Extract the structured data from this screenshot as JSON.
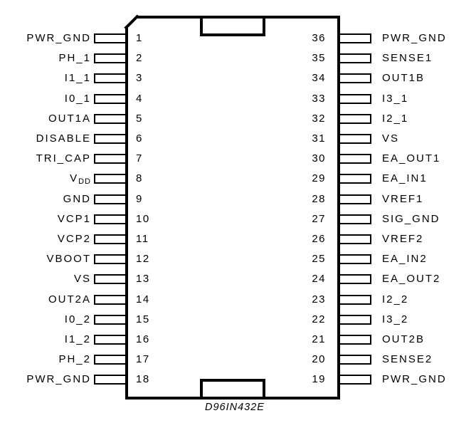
{
  "diagram": {
    "caption": "D96IN432E",
    "colors": {
      "line": "#000000",
      "background": "#ffffff",
      "text": "#000000"
    },
    "package": {
      "left_pins": [
        {
          "num": "1",
          "label": "PWR_GND"
        },
        {
          "num": "2",
          "label": "PH_1"
        },
        {
          "num": "3",
          "label": "I1_1"
        },
        {
          "num": "4",
          "label": "I0_1"
        },
        {
          "num": "5",
          "label": "OUT1A"
        },
        {
          "num": "6",
          "label": "DISABLE"
        },
        {
          "num": "7",
          "label": "TRI_CAP"
        },
        {
          "num": "8",
          "label": "VDD",
          "label_main": "V",
          "label_sub": "DD"
        },
        {
          "num": "9",
          "label": "GND"
        },
        {
          "num": "10",
          "label": "VCP1"
        },
        {
          "num": "11",
          "label": "VCP2"
        },
        {
          "num": "12",
          "label": "VBOOT"
        },
        {
          "num": "13",
          "label": "VS"
        },
        {
          "num": "14",
          "label": "OUT2A"
        },
        {
          "num": "15",
          "label": "I0_2"
        },
        {
          "num": "16",
          "label": "I1_2"
        },
        {
          "num": "17",
          "label": "PH_2"
        },
        {
          "num": "18",
          "label": "PWR_GND"
        }
      ],
      "right_pins": [
        {
          "num": "36",
          "label": "PWR_GND"
        },
        {
          "num": "35",
          "label": "SENSE1"
        },
        {
          "num": "34",
          "label": "OUT1B"
        },
        {
          "num": "33",
          "label": "I3_1"
        },
        {
          "num": "32",
          "label": "I2_1"
        },
        {
          "num": "31",
          "label": "VS"
        },
        {
          "num": "30",
          "label": "EA_OUT1"
        },
        {
          "num": "29",
          "label": "EA_IN1"
        },
        {
          "num": "28",
          "label": "VREF1"
        },
        {
          "num": "27",
          "label": "SIG_GND"
        },
        {
          "num": "26",
          "label": "VREF2"
        },
        {
          "num": "25",
          "label": "EA_IN2"
        },
        {
          "num": "24",
          "label": "EA_OUT2"
        },
        {
          "num": "23",
          "label": "I2_2"
        },
        {
          "num": "22",
          "label": "I3_2"
        },
        {
          "num": "21",
          "label": "OUT2B"
        },
        {
          "num": "20",
          "label": "SENSE2"
        },
        {
          "num": "19",
          "label": "PWR_GND"
        }
      ]
    }
  }
}
